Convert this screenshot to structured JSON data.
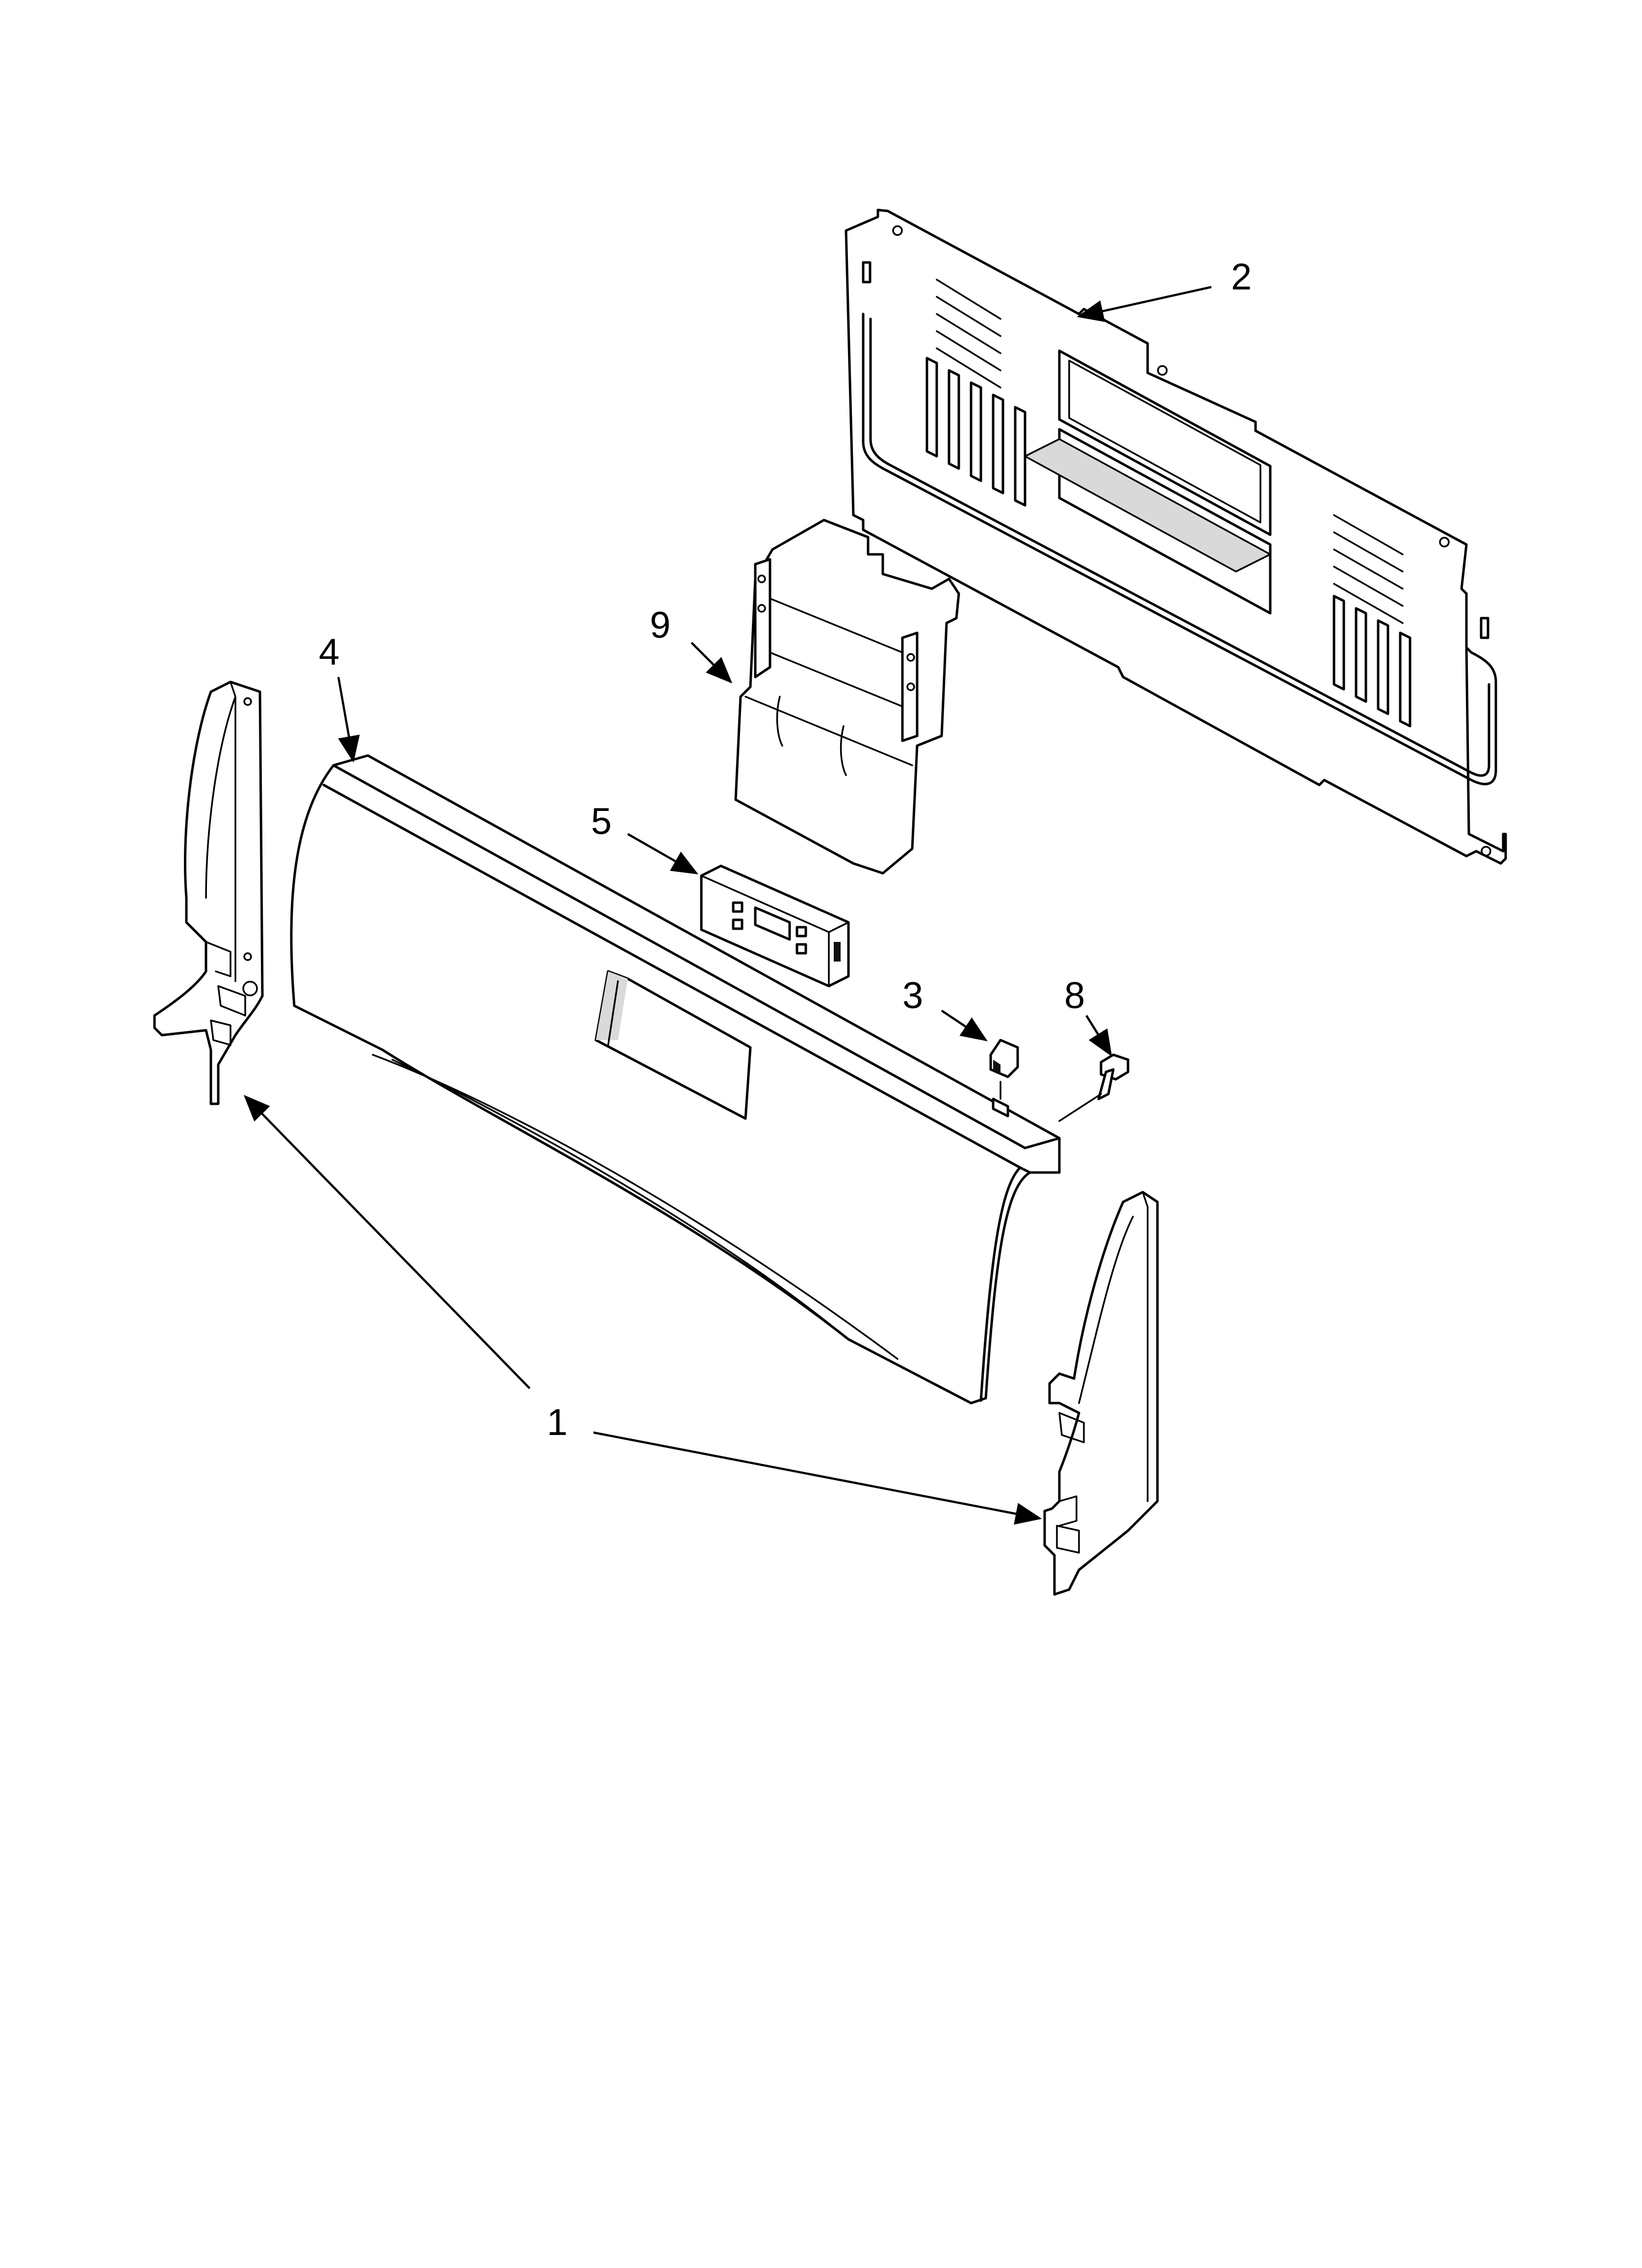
{
  "diagram": {
    "callouts": [
      {
        "id": "1",
        "label": "1"
      },
      {
        "id": "2",
        "label": "2"
      },
      {
        "id": "3",
        "label": "3"
      },
      {
        "id": "4",
        "label": "4"
      },
      {
        "id": "5",
        "label": "5"
      },
      {
        "id": "8",
        "label": "8"
      },
      {
        "id": "9",
        "label": "9"
      }
    ]
  }
}
